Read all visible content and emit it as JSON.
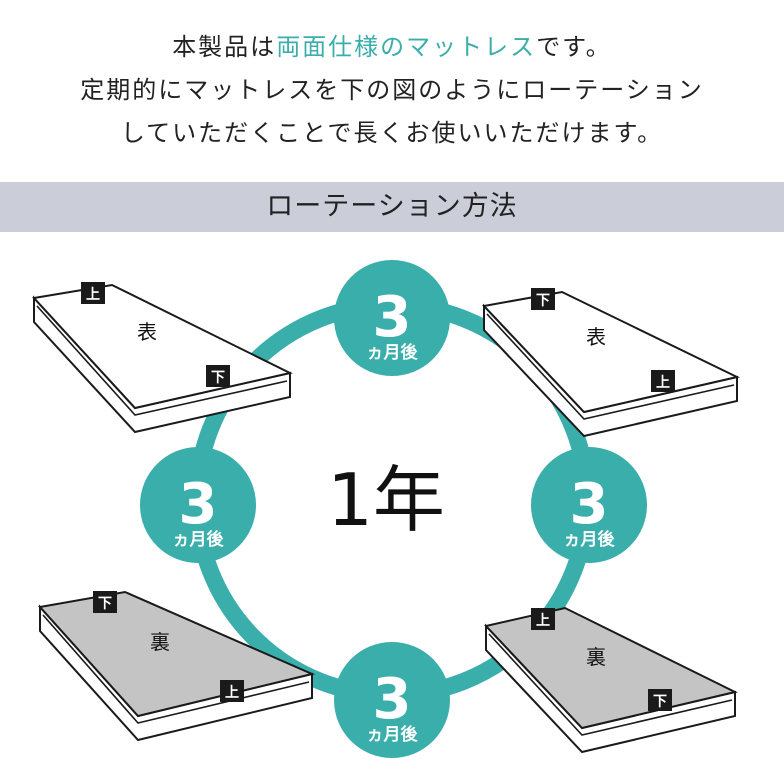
{
  "intro": {
    "line1_pre": "本製品は",
    "line1_accent": "両面仕様のマットレス",
    "line1_post": "です。",
    "line2": "定期的にマットレスを下の図のようにローテーション",
    "line3": "していただくことで長くお使いいただけます。"
  },
  "section_title": "ローテーション方法",
  "center_label": "1年",
  "steps": [
    {
      "number": "3",
      "unit": "ヵ月後"
    },
    {
      "number": "3",
      "unit": "ヵ月後"
    },
    {
      "number": "3",
      "unit": "ヵ月後"
    },
    {
      "number": "3",
      "unit": "ヵ月後"
    }
  ],
  "mattresses": [
    {
      "side": "表",
      "tag_a": "上",
      "tag_b": "下"
    },
    {
      "side": "表",
      "tag_a": "下",
      "tag_b": "上"
    },
    {
      "side": "裏",
      "tag_a": "上",
      "tag_b": "下"
    },
    {
      "side": "裏",
      "tag_a": "下",
      "tag_b": "上"
    }
  ],
  "colors": {
    "teal": "#3aaeab",
    "band": "#cbced8",
    "front_face": "#ffffff",
    "back_face": "#c4c4c4",
    "outline": "#1a1a1a"
  }
}
